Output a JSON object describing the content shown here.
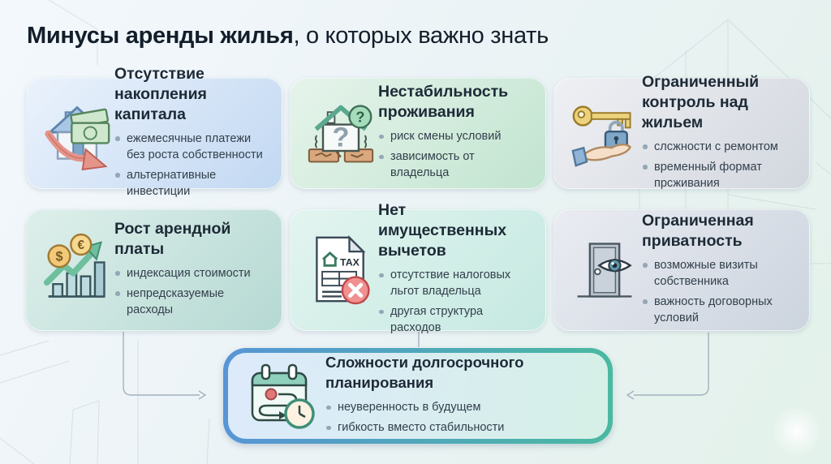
{
  "title": {
    "bold": "Минусы аренды жилья",
    "rest": ", о которых важно знать"
  },
  "cards": [
    {
      "icon": "house-money-decline-icon",
      "title": "Отсутствие накопления капитала",
      "bullets": [
        "ежемесячные платежи без роста собственности",
        "альтернативные инвестиции"
      ]
    },
    {
      "icon": "house-question-crack-icon",
      "title": "Нестабильность проживания",
      "bullets": [
        "риск смены условий",
        "зависимость от владельца"
      ],
      "icon_labels": [
        "?",
        "?"
      ]
    },
    {
      "icon": "hand-key-lock-icon",
      "title": "Ограниченный контроль над жильем",
      "bullets": [
        "слсжности с ремонтом",
        "временный формат прсживания"
      ]
    },
    {
      "icon": "rising-chart-coins-icon",
      "title": "Рост арендной платы",
      "bullets": [
        "индексация стоимости",
        "непредсказуемые расходы"
      ],
      "icon_labels": [
        "$",
        "€"
      ]
    },
    {
      "icon": "tax-document-cross-icon",
      "title": "Нет имущественных вычетов",
      "bullets": [
        "отсутствие налоговых льгот владельца",
        "другая структура расходов"
      ],
      "icon_label": "TAX"
    },
    {
      "icon": "door-eye-icon",
      "title": "Ограниченная приватность",
      "bullets": [
        "возможные визиты собственника",
        "важность договорных условий"
      ]
    },
    {
      "icon": "calendar-clock-route-icon",
      "title": "Сложности долгосрочного планирования",
      "bullets": [
        "неуверенность в будущем",
        "гибкость вместо стабильности"
      ]
    }
  ],
  "colors": {
    "background_start": "#f3f8fc",
    "background_end": "#e3f2ea",
    "highlight_border_start": "#5795d6",
    "highlight_border_end": "#49b9a0",
    "title_text": "#131e2b",
    "card_title_text": "#1d2a36",
    "bullet_text": "#33404c",
    "connector": "#9aabb8"
  }
}
